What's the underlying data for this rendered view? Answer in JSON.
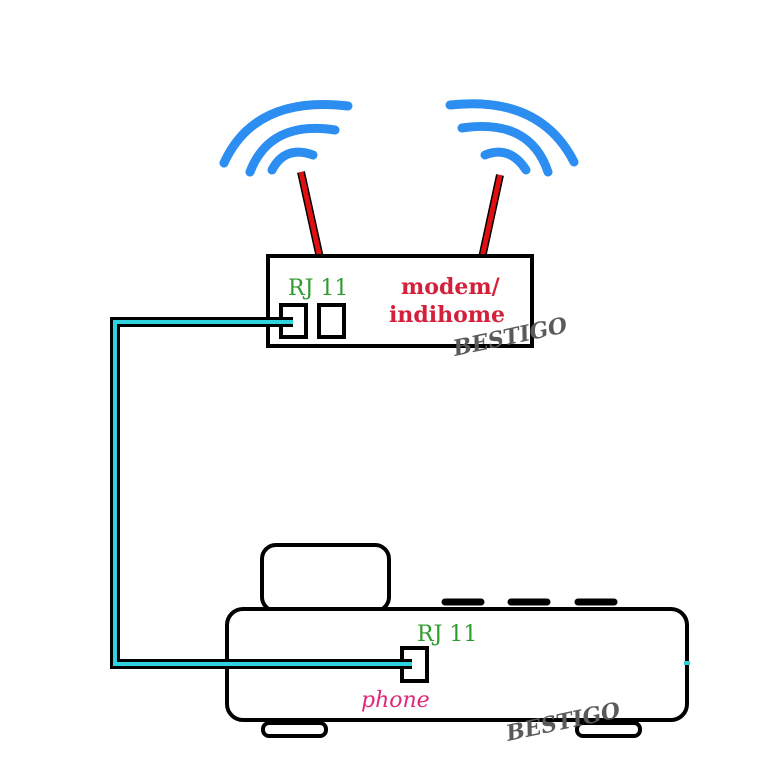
{
  "modem": {
    "port_label": "RJ 11",
    "name_line1": "modem/",
    "name_line2": "indihome",
    "watermark": "BESTIGO"
  },
  "phone": {
    "port_label": "RJ 11",
    "name": "phone",
    "watermark": "BESTIGO"
  },
  "colors": {
    "outline": "#000000",
    "cable": "#2fd3e0",
    "wifi_waves": "#2b8ef0",
    "antenna": "#e01010",
    "port_label": "#2e9b2e",
    "modem_label": "#d4203a",
    "phone_label": "#e0287a",
    "watermark": "#5a5a5a"
  }
}
